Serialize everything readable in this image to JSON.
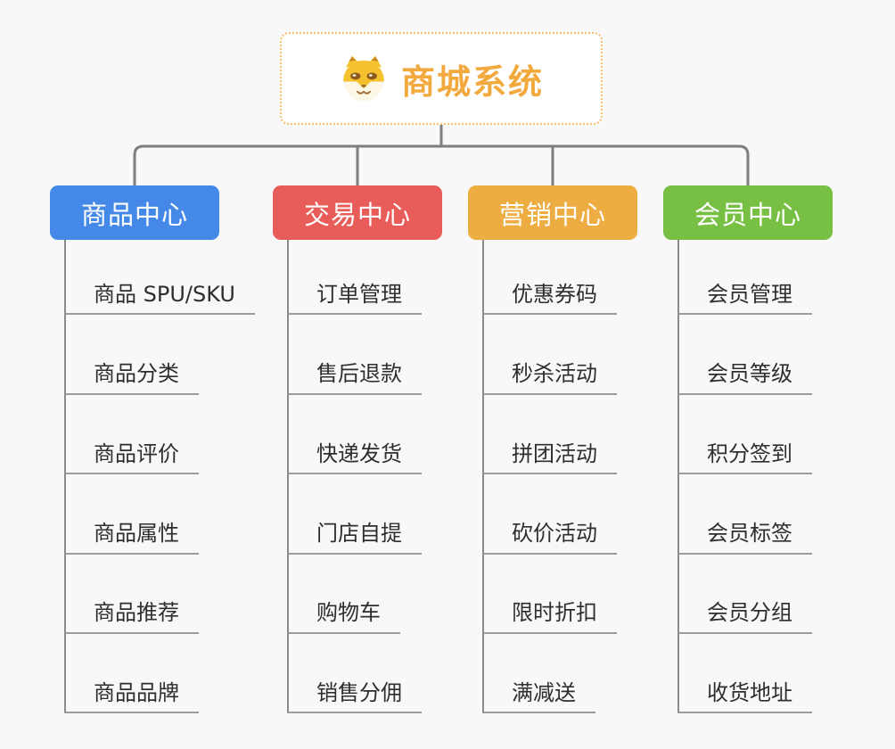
{
  "root": {
    "title": "商城系统",
    "icon": "shiba-dog-icon"
  },
  "branches": [
    {
      "label": "商品中心",
      "color": "#4489E7",
      "items": [
        "商品 SPU/SKU",
        "商品分类",
        "商品评价",
        "商品属性",
        "商品推荐",
        "商品品牌"
      ]
    },
    {
      "label": "交易中心",
      "color": "#E85C59",
      "items": [
        "订单管理",
        "售后退款",
        "快递发货",
        "门店自提",
        "购物车",
        "销售分佣"
      ]
    },
    {
      "label": "营销中心",
      "color": "#EDAD42",
      "items": [
        "优惠券码",
        "秒杀活动",
        "拼团活动",
        "砍价活动",
        "限时折扣",
        "满减送"
      ]
    },
    {
      "label": "会员中心",
      "color": "#77C043",
      "items": [
        "会员管理",
        "会员等级",
        "积分签到",
        "会员标签",
        "会员分组",
        "收货地址"
      ]
    }
  ],
  "colors": {
    "background": "#F8F8F9",
    "connector": "#7E7E7E",
    "underline": "#9B9B9B",
    "root_accent": "#F2A93D",
    "root_border": "#F5BE62",
    "item_text": "#2E2E2E",
    "branch_blue": "#4489E7",
    "branch_red": "#E85C59",
    "branch_orange": "#EDAD42",
    "branch_green": "#77C043"
  }
}
